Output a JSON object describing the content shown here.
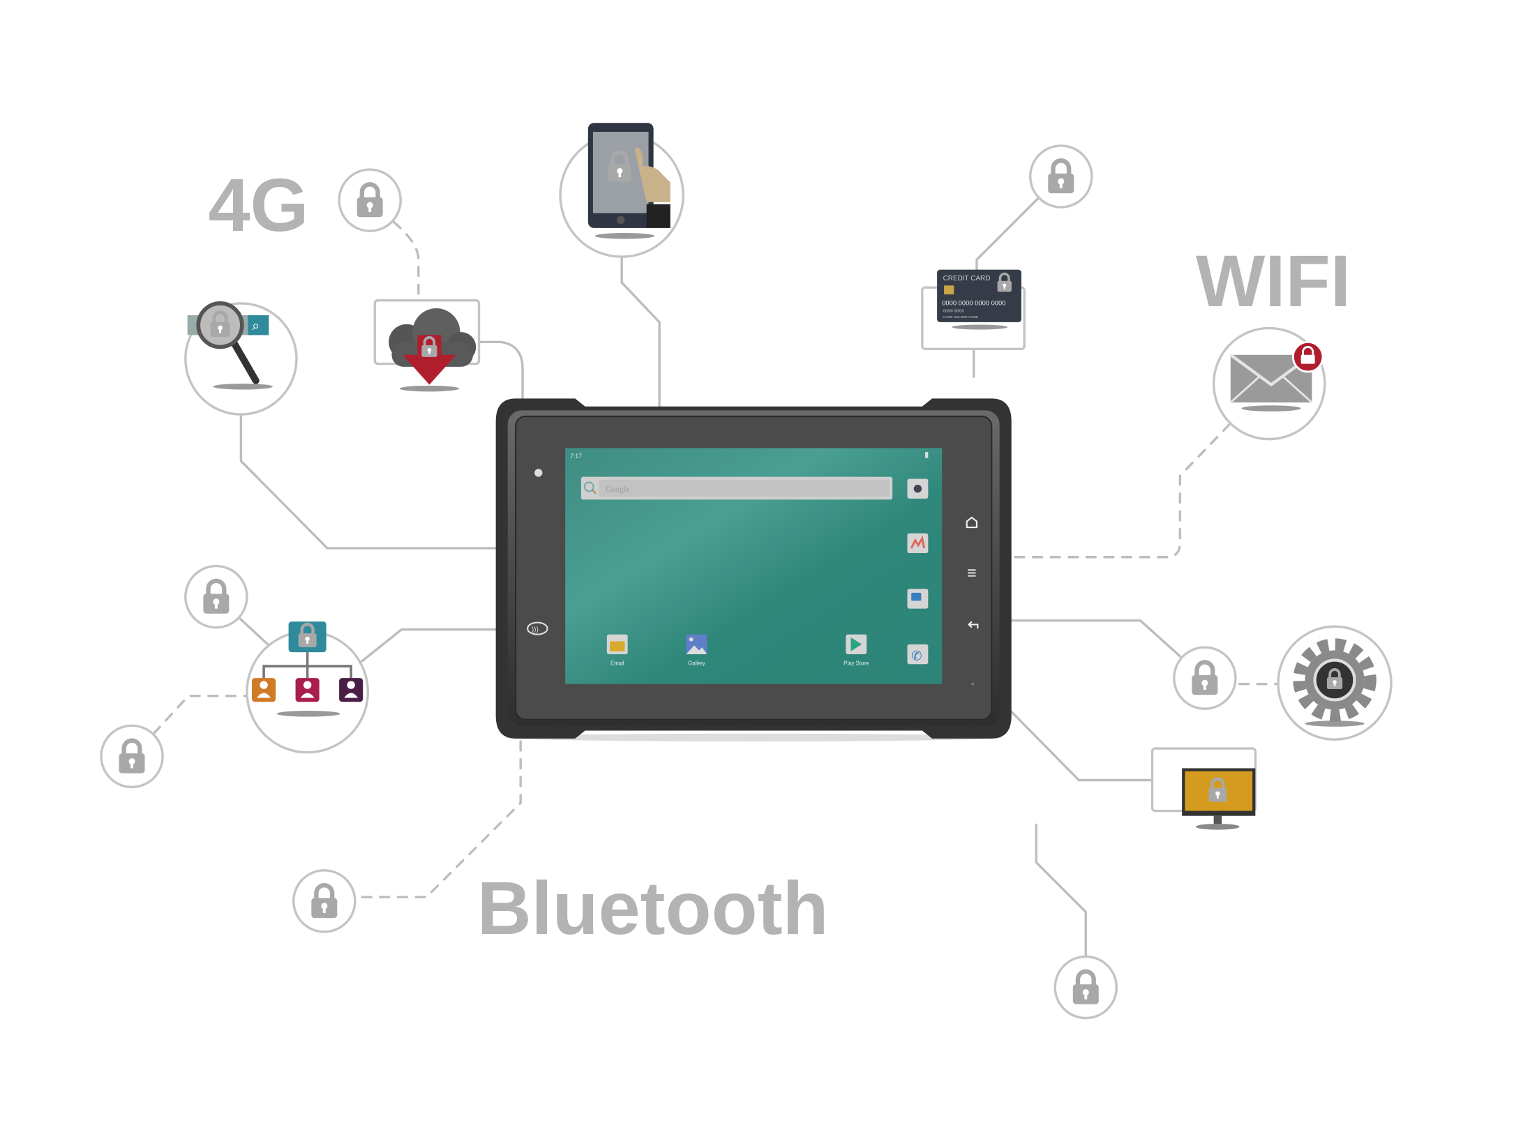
{
  "labels": {
    "network": "4G",
    "wifi": "WIFI",
    "bluetooth": "Bluetooth"
  },
  "tablet": {
    "status_time": "7:17",
    "search_placeholder": "Google",
    "apps": [
      {
        "label": "Email",
        "icon": "email-icon"
      },
      {
        "label": "Gallery",
        "icon": "gallery-icon"
      },
      {
        "label": "Play Store",
        "icon": "play-store-icon"
      }
    ],
    "side_icons": [
      "camera-icon",
      "maps-icon",
      "messages-icon",
      "phone-icon"
    ],
    "nav_buttons": [
      "home-icon",
      "menu-icon",
      "back-icon"
    ]
  },
  "credit_card": {
    "title": "CREDIT CARD",
    "number": "0000 0000 0000 0000",
    "dates": "00/00  00/00",
    "holder": "CARD HOLDER NAME"
  },
  "colors": {
    "line": "#bdbdbd",
    "label": "#b3b3b3",
    "screen": "#2f8a7c",
    "lock_red": "#b01e2e",
    "org_teal": "#2f8a9c"
  }
}
